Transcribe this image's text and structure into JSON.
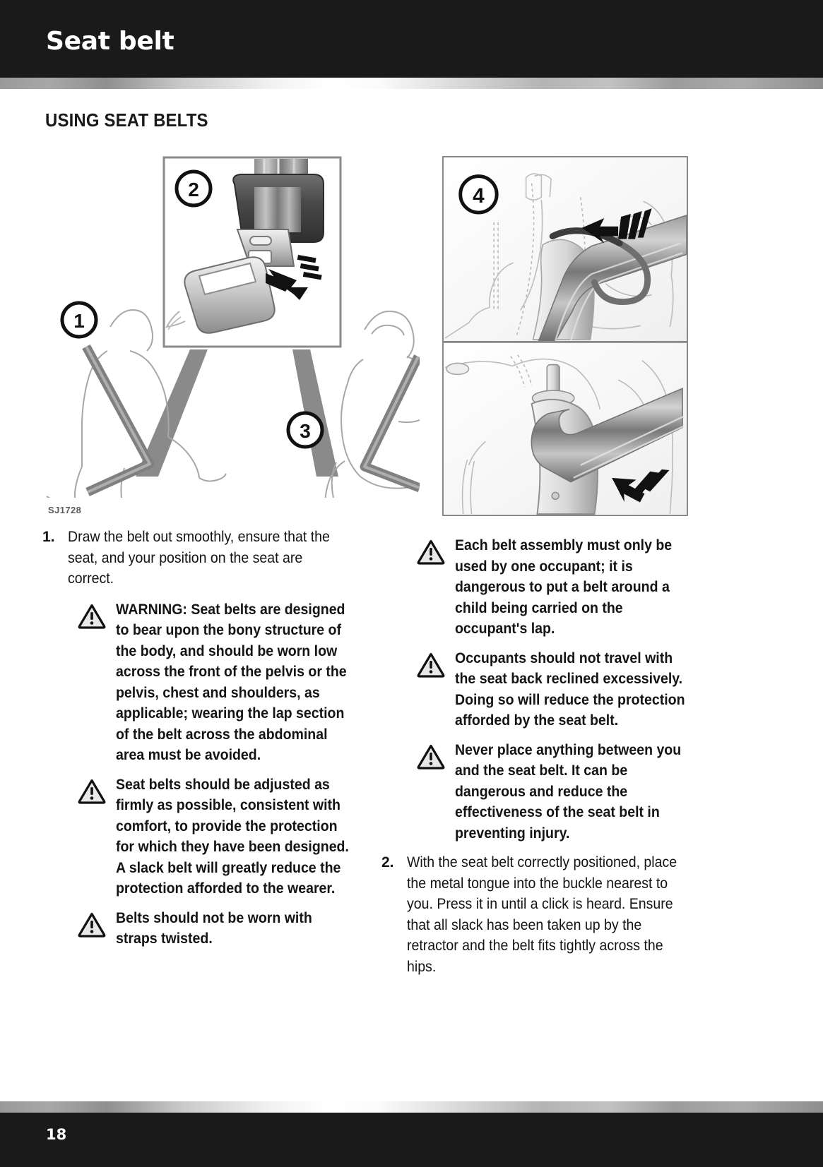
{
  "header": {
    "title": "Seat belt"
  },
  "footer": {
    "page_number": "18"
  },
  "section": {
    "heading": "USING SEAT BELTS"
  },
  "figure": {
    "caption": "SJ1728",
    "callouts": [
      "1",
      "2",
      "3",
      "4"
    ],
    "left_panel_description": "Seated occupant with diagonal belt, belt buckle tongue and buckle close-up, and pregnant occupant with belt low across hips",
    "right_panel_description": "Upper: hand pulling shoulder belt webbing near upper anchorage. Lower: belt tongue being inserted into buckle"
  },
  "left_column": {
    "step": {
      "number": "1.",
      "text": "Draw the belt out smoothly, ensure that the seat, and your position on the seat are correct."
    },
    "warnings": [
      "WARNING: Seat belts are designed to bear upon the bony structure of the body, and should be worn low across the front of the pelvis or the pelvis, chest and shoulders, as applicable; wearing the lap section of the belt across the abdominal area must be avoided.",
      "Seat belts should be adjusted as firmly as possible, consistent with comfort, to provide the protection for which they have been designed. A slack belt will greatly reduce the protection afforded to the wearer.",
      "Belts should not be worn with straps twisted."
    ]
  },
  "right_column": {
    "warnings": [
      "Each belt assembly must only be used by one occupant; it is dangerous to put a belt around a child being carried on the occupant's lap.",
      "Occupants should not travel with the seat back reclined excessively. Doing so will reduce the protection afforded by the seat belt.",
      "Never place anything between you and the seat belt. It can be dangerous and reduce the effectiveness of the seat belt in preventing injury."
    ],
    "step": {
      "number": "2.",
      "text": "With the seat belt correctly positioned, place the metal tongue into the buckle nearest to you. Press it in until a click is heard. Ensure that all slack has been taken up by the retractor and the belt fits tightly across the hips."
    }
  },
  "colors": {
    "header_bg": "#1a1a1a",
    "text": "#141414",
    "belt_gray": "#7d7d7d",
    "outline": "#9a9a9a"
  }
}
